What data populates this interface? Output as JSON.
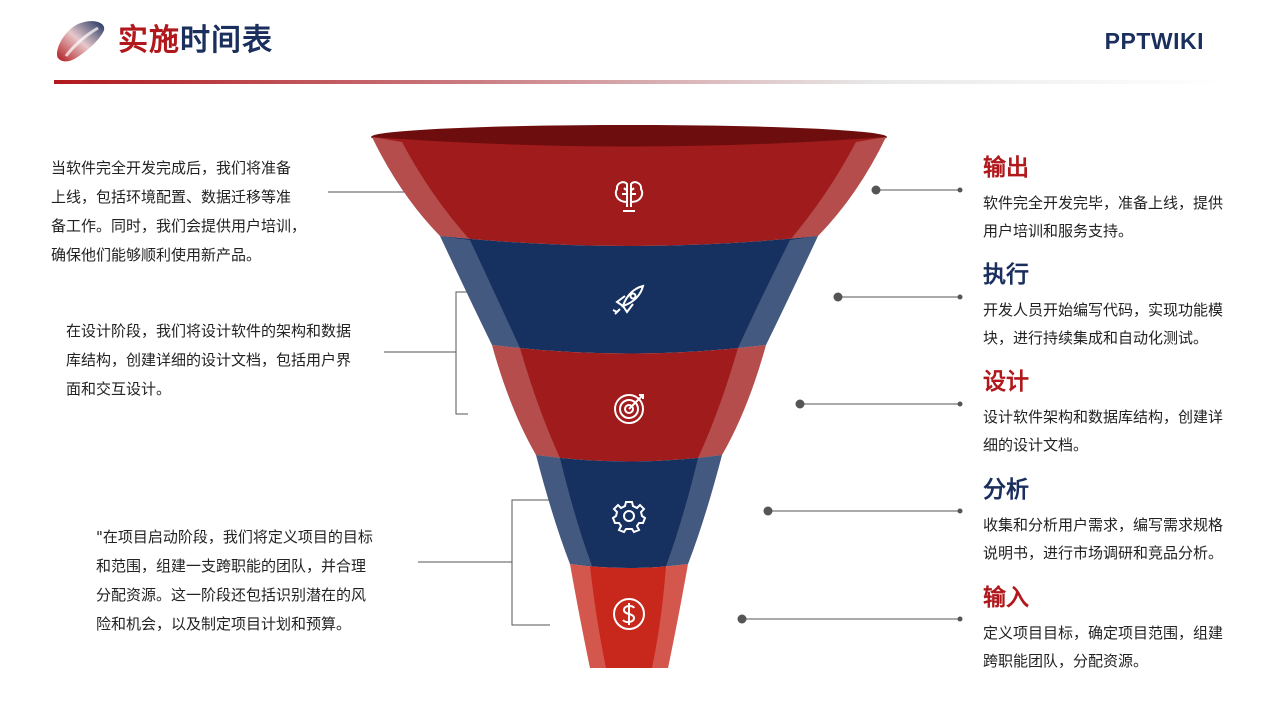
{
  "header": {
    "title_part1": "实施",
    "title_part2": "时间表",
    "brand": "PPTWIKI",
    "colors": {
      "red": "#b0181c",
      "navy": "#1a2f5e"
    },
    "logo_icon": "swoosh-logo-icon"
  },
  "funnel": {
    "stages": [
      {
        "icon": "brain-icon",
        "color": "#a01b1b"
      },
      {
        "icon": "rocket-icon",
        "color": "#16305f"
      },
      {
        "icon": "target-icon",
        "color": "#a01b1b"
      },
      {
        "icon": "gear-icon",
        "color": "#16305f"
      },
      {
        "icon": "dollar-icon",
        "color": "#c8281c"
      }
    ]
  },
  "left_notes": [
    {
      "lines": [
        "当软件完全开发完成后，我们将准备",
        "上线，包括环境配置、数据迁移等准",
        "备工作。同时，我们会提供用户培训，",
        "确保他们能够顺利使用新产品。"
      ]
    },
    {
      "lines": [
        "在设计阶段，我们将设计软件的架构和数据",
        "库结构，创建详细的设计文档，包括用户界",
        "面和交互设计。"
      ]
    },
    {
      "lines": [
        "\"在项目启动阶段，我们将定义项目的目标",
        "和范围，组建一支跨职能的团队，并合理",
        "分配资源。这一阶段还包括识别潜在的风",
        "险和机会，以及制定项目计划和预算。"
      ]
    }
  ],
  "right_items": [
    {
      "title": "输出",
      "color": "red",
      "lines": [
        "软件完全开发完毕，准备上线，提供",
        "用户培训和服务支持。"
      ]
    },
    {
      "title": "执行",
      "color": "navy",
      "lines": [
        "开发人员开始编写代码，实现功能模",
        "块，进行持续集成和自动化测试。"
      ]
    },
    {
      "title": "设计",
      "color": "red",
      "lines": [
        "设计软件架构和数据库结构，创建详",
        "细的设计文档。"
      ]
    },
    {
      "title": "分析",
      "color": "navy",
      "lines": [
        "收集和分析用户需求，编写需求规格",
        "说明书，进行市场调研和竞品分析。"
      ]
    },
    {
      "title": "输入",
      "color": "red",
      "lines": [
        "定义项目目标，确定项目范围，组建",
        "跨职能团队，分配资源。"
      ]
    }
  ]
}
